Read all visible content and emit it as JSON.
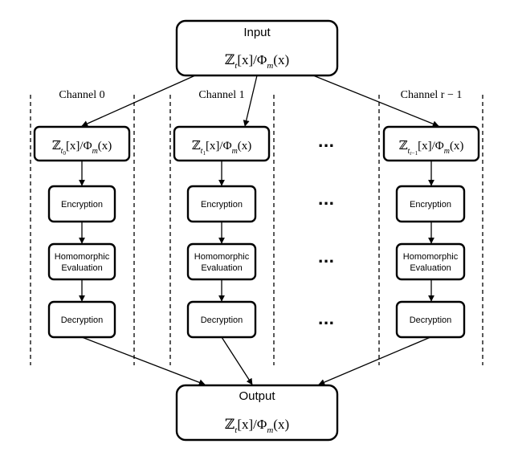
{
  "input": {
    "title": "Input",
    "formula": {
      "ring": "ℤ",
      "sub": "t",
      "rest": "[x]/Φ",
      "msub": "m",
      "arg": "(x)"
    }
  },
  "output": {
    "title": "Output",
    "formula": {
      "ring": "ℤ",
      "sub": "t",
      "rest": "[x]/Φ",
      "msub": "m",
      "arg": "(x)"
    }
  },
  "channels": [
    {
      "label": "Channel 0",
      "ring": {
        "ring": "ℤ",
        "sub": "t",
        "subsub": "0",
        "rest": "[x]/Φ",
        "msub": "m",
        "arg": "(x)"
      }
    },
    {
      "label": "Channel 1",
      "ring": {
        "ring": "ℤ",
        "sub": "t",
        "subsub": "1",
        "rest": "[x]/Φ",
        "msub": "m",
        "arg": "(x)"
      }
    },
    {
      "label": "Channel r − 1",
      "ring": {
        "ring": "ℤ",
        "sub": "t",
        "subsub": "r−1",
        "rest": "[x]/Φ",
        "msub": "m",
        "arg": "(x)"
      }
    }
  ],
  "steps": {
    "encryption": "Encryption",
    "evaluation_line1": "Homomorphic",
    "evaluation_line2": "Evaluation",
    "decryption": "Decryption"
  },
  "ellipsis": "..."
}
